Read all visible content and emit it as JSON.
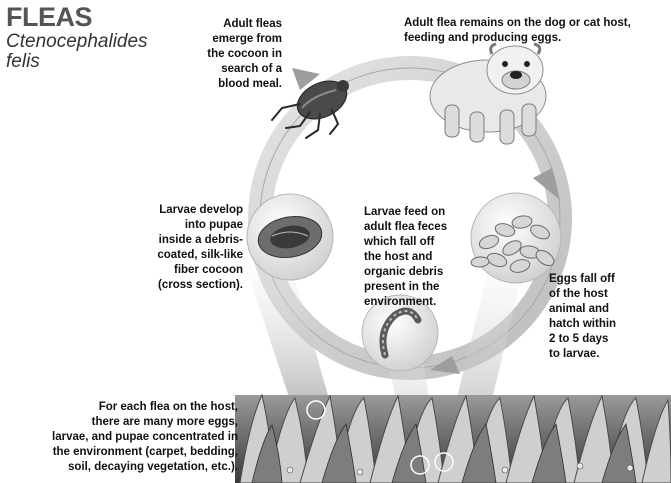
{
  "title": "FLEAS",
  "species": "Ctenocephalides\nfelis",
  "captions": {
    "adult_emerge": "Adult fleas\nemerge from\nthe cocoon in\nsearch of a\nblood meal.",
    "adult_host": "Adult flea remains on the dog or cat host,\nfeeding and producing eggs.",
    "pupae": "Larvae develop\ninto pupae\ninside a debris-\ncoated, silk-like\nfiber cocoon\n(cross section).",
    "larvae_feed": "Larvae feed on\nadult flea feces\nwhich fall off\nthe host and\norganic debris\npresent in the\nenvironment.",
    "eggs": "Eggs fall off\nof the host\nanimal and\nhatch within\n2 to 5 days\nto larvae.",
    "environment": "For each flea on the host,\nthere are many more eggs,\nlarvae, and pupae concentrated in\nthe environment (carpet, bedding,\nsoil, decaying vegetation, etc.)."
  }
}
